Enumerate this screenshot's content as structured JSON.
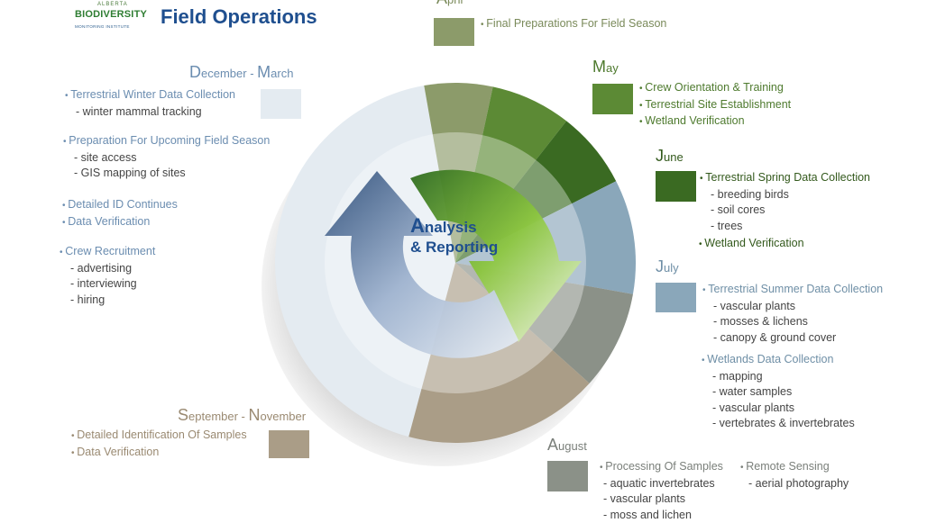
{
  "header": {
    "title": "Field Operations",
    "logo": {
      "top": "ALBERTA",
      "main": "BIODIVERSITY",
      "sub": "MONITORING INSTITUTE"
    }
  },
  "center": {
    "line1_cap": "A",
    "line1_rest": "nalysis",
    "line2": "& Reporting"
  },
  "colors": {
    "dec_mar": "#e4ebf1",
    "april": "#8c9b6a",
    "may": "#5c8a35",
    "june": "#3a6a22",
    "july": "#8aa7ba",
    "august": "#8b9188",
    "sep_nov": "#aa9d87"
  },
  "months": {
    "dec_mar": {
      "label_a_cap": "D",
      "label_a_rest": "ecember",
      "label_sep": " - ",
      "label_b_cap": "M",
      "label_b_rest": "arch",
      "items": [
        {
          "text": "Terrestrial Winter Data Collection",
          "subs": [
            "- winter mammal tracking"
          ]
        },
        {
          "text": "Preparation For Upcoming Field Season",
          "subs": [
            "- site access",
            "- GIS mapping of sites"
          ]
        },
        {
          "text": "Detailed ID Continues",
          "subs": []
        },
        {
          "text": "Data Verification",
          "subs": []
        },
        {
          "text": "Crew Recruitment",
          "subs": [
            "- advertising",
            "- interviewing",
            "- hiring"
          ]
        }
      ]
    },
    "april": {
      "label_cap": "A",
      "label_rest": "pril",
      "items": [
        "Final Preparations For Field Season"
      ]
    },
    "may": {
      "label_cap": "M",
      "label_rest": "ay",
      "items": [
        "Crew Orientation & Training",
        "Terrestrial Site Establishment",
        "Wetland Verification"
      ]
    },
    "june": {
      "label_cap": "J",
      "label_rest": "une",
      "item1": "Terrestrial Spring Data Collection",
      "subs": [
        "- breeding birds",
        "- soil cores",
        "- trees"
      ],
      "item2": "Wetland Verification"
    },
    "july": {
      "label_cap": "J",
      "label_rest": "uly",
      "item1": "Terrestrial Summer Data Collection",
      "subs1": [
        "- vascular plants",
        "- mosses & lichens",
        "- canopy & ground cover"
      ],
      "item2": "Wetlands Data Collection",
      "subs2": [
        "- mapping",
        "- water samples",
        "- vascular plants",
        "- vertebrates & invertebrates"
      ]
    },
    "august": {
      "label_cap": "A",
      "label_rest": "ugust",
      "col1_item": "Processing Of Samples",
      "col1_subs": [
        "- aquatic invertebrates",
        "- vascular plants",
        "- moss and lichen"
      ],
      "col2_item": "Remote Sensing",
      "col2_subs": [
        "- aerial photography"
      ]
    },
    "sep_nov": {
      "label_a_cap": "S",
      "label_a_rest": "eptember",
      "label_sep": " - ",
      "label_b_cap": "N",
      "label_b_rest": "ovember",
      "items": [
        "Detailed Identification Of Samples",
        "Data Verification"
      ]
    }
  }
}
